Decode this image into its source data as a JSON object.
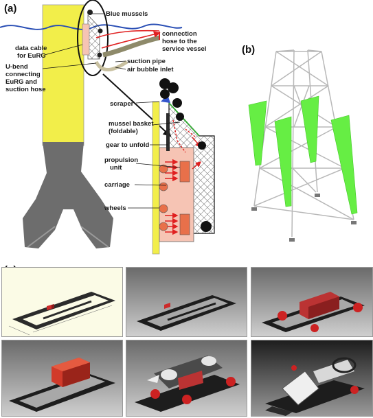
{
  "panels": {
    "a": "(a)",
    "b": "(b)",
    "c": "(c)"
  },
  "diagram_a": {
    "labels": {
      "blue_mussels": "Blue mussels",
      "connection_hose_1": "connection",
      "connection_hose_2": "hose to the",
      "connection_hose_3": "service vessel",
      "data_cable_1": "data cable",
      "data_cable_2": "for EuRG",
      "u_bend_1": "U-bend",
      "u_bend_2": "connecting",
      "u_bend_3": "EuRG and",
      "u_bend_4": "suction hose",
      "suction_pipe": "suction pipe",
      "air_bubble_inlet": "air bubble inlet",
      "scraper": "scraper",
      "mussel_basket_1": "mussel basket",
      "mussel_basket_2": "(foldable)",
      "gear_to_unfold": "gear to unfold",
      "propulsion_1": "propulsion",
      "propulsion_2": "unit",
      "carriage": "carriage",
      "wheels": "wheels"
    }
  },
  "colors": {
    "monopile": "#f2ee4a",
    "foundation": "#6d6d6d",
    "water": "#2a4fb5",
    "carriage": "#f6c4b4",
    "propulsion": "#e8704a",
    "arrows": "#e02020",
    "lattice_brace": "#66ee44",
    "frame_dark": "#2a2a2a"
  }
}
